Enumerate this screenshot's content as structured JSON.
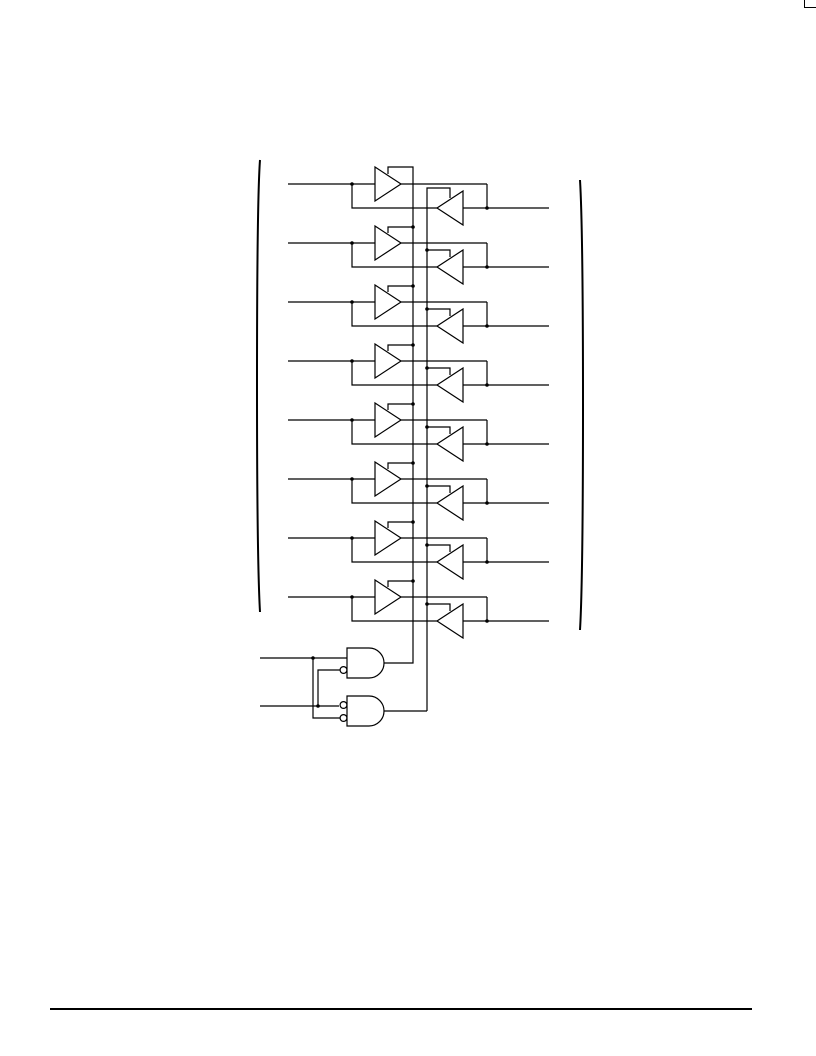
{
  "diagram": {
    "kind": "octal bus transceiver logic diagram",
    "bit_count": 8,
    "control_input_count": 2,
    "line_color": "#000000",
    "background_color": "#ffffff"
  }
}
